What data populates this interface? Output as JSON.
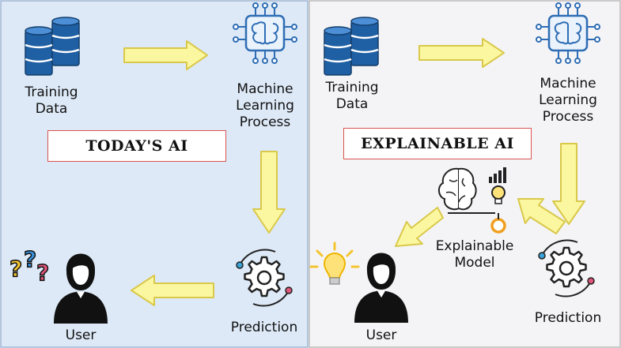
{
  "left_panel": {
    "title": "TODAY'S AI",
    "training_data_label": "Training\nData",
    "ml_process_label": "Machine\nLearning\nProcess",
    "prediction_label": "Prediction",
    "user_label": "User"
  },
  "right_panel": {
    "title": "EXPLAINABLE AI",
    "training_data_label": "Training\nData",
    "ml_process_label": "Machine\nLearning\nProcess",
    "explainable_model_label": "Explainable\nModel",
    "prediction_label": "Prediction",
    "user_label": "User"
  },
  "colors": {
    "left_bg": "#dde9f7",
    "right_bg": "#f4f4f6",
    "arrow_fill": "#fbf7a0",
    "arrow_stroke": "#d9c84a",
    "database_blue": "#1f5fa3",
    "chip_blue": "#2e6db4",
    "title_border": "#d9534f"
  }
}
